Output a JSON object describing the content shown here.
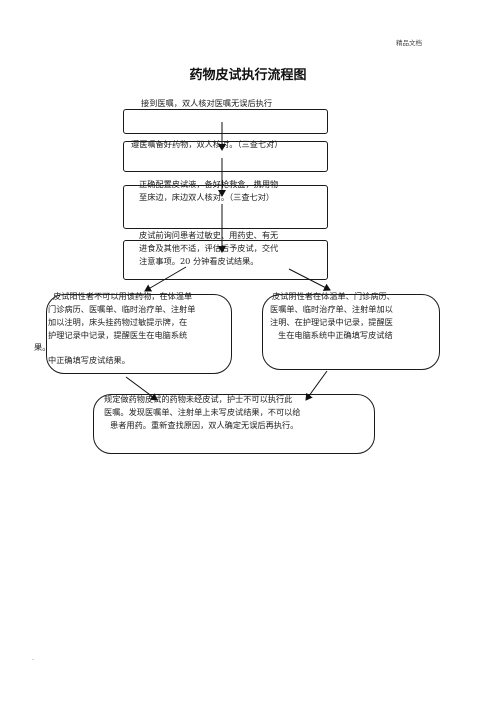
{
  "header": {
    "note": "精品文档"
  },
  "title": "药物皮试执行流程图",
  "steps": {
    "step1": "接到医嘱，双人核对医嘱无误后执行",
    "step2": "遵医嘱备好药物，双人核对。（三查七对）",
    "step3_line1": "正确配置皮试液，备好抢救盒，携用物",
    "step3_line2": "至床边，床边双人核对。（三查七对）",
    "step4_line1": "皮试前询问患者过敏史、用药史、有无",
    "step4_line2": "进食及其他不适，评估后予皮试，交代",
    "step4_line3": "注意事项。20 分钟看皮试结果。"
  },
  "positive": {
    "line1": "皮试阳性者不可以用该药物，在体温单",
    "line2": "门诊病历、医嘱单、临时治疗单、注射单",
    "line3": "加以注明，床头挂药物过敏提示牌，在",
    "line4": "护理记录中记录，提醒医生在电脑系统",
    "line5": "中正确填写皮试结果。"
  },
  "negative": {
    "line1": "皮试阴性者在体温单、门诊病历、",
    "line2": "医嘱单、临时治疗单、注射单加以",
    "line3": "注明、在护理记录中记录，提醒医",
    "line4": "生在电脑系统中正确填写皮试结",
    "overflow": "果。"
  },
  "final": {
    "line1": "规定做药物皮试的药物未经皮试，护士不可以执行此",
    "line2": "医嘱。发现医嘱单、注射单上未写皮试结果，不可以给",
    "line3": "患者用药。重新查找原因，双人确定无误后再执行。"
  },
  "footer": {
    "mark": "."
  }
}
